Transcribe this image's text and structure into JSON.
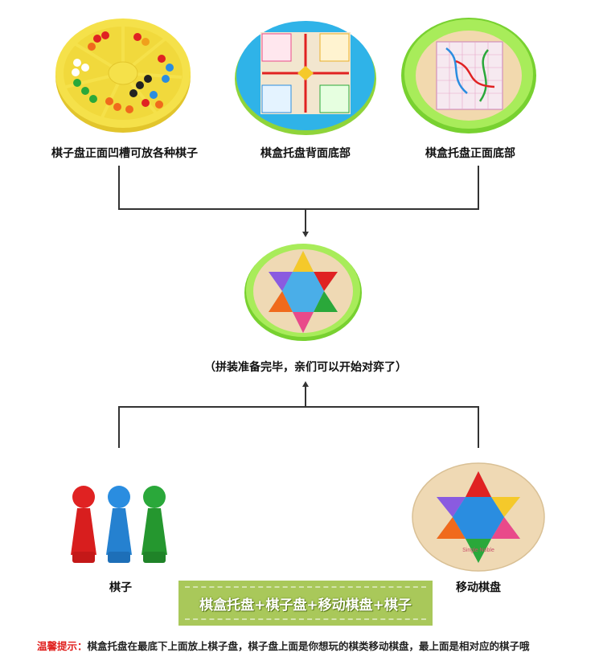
{
  "captions": {
    "top_left": "棋子盘正面凹槽可放各种棋子",
    "top_center": "棋盒托盘背面底部",
    "top_right": "棋盒托盘正面底部",
    "middle": "（拼装准备完毕，亲们可以开始对弈了）",
    "pieces": "棋子",
    "mobile_board": "移动棋盘"
  },
  "banner": "棋盒托盘+棋子盘+移动棋盘+棋子",
  "tip": {
    "label": "温馨提示：",
    "text": "棋盒托盘在最底下上面放上棋子盘，棋子盘上面是你想玩的棋类移动棋盘，最上面是相对应的棋子哦"
  },
  "board_text": {
    "mobile_board_brand": "Single Noble"
  },
  "colors": {
    "tray_yellow": "#f5e14a",
    "tray_green": "#8fe04a",
    "wood": "#efd9b4",
    "banner_green": "#a9c85a",
    "piece_red": "#e02222",
    "piece_blue": "#2a8de0",
    "piece_green": "#2aa83a"
  }
}
